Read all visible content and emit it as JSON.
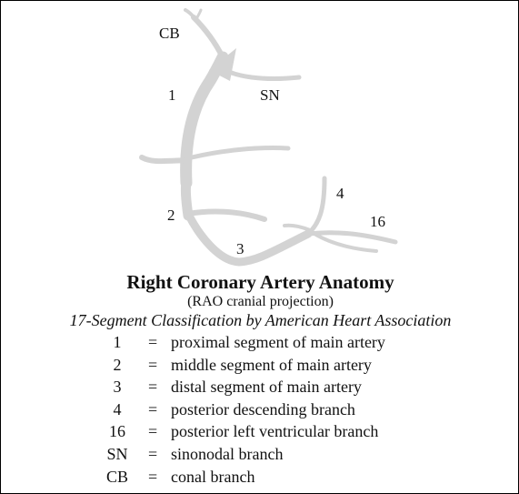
{
  "title": "Right Coronary Artery Anatomy",
  "subtitle": "(RAO cranial projection)",
  "classification": "17-Segment Classification by American Heart Association",
  "vessel_color": "#d3d3d3",
  "diagram_labels": {
    "cb": "CB",
    "sn": "SN",
    "seg1": "1",
    "seg2": "2",
    "seg3": "3",
    "seg4": "4",
    "seg16": "16"
  },
  "legend": {
    "separator": "=",
    "items": [
      {
        "code": "1",
        "description": "proximal segment of main artery"
      },
      {
        "code": "2",
        "description": "middle segment of main artery"
      },
      {
        "code": "3",
        "description": "distal segment of main artery"
      },
      {
        "code": "4",
        "description": "posterior descending branch"
      },
      {
        "code": "16",
        "description": "posterior left ventricular branch"
      },
      {
        "code": "SN",
        "description": "sinonodal branch"
      },
      {
        "code": "CB",
        "description": "conal branch"
      }
    ]
  }
}
